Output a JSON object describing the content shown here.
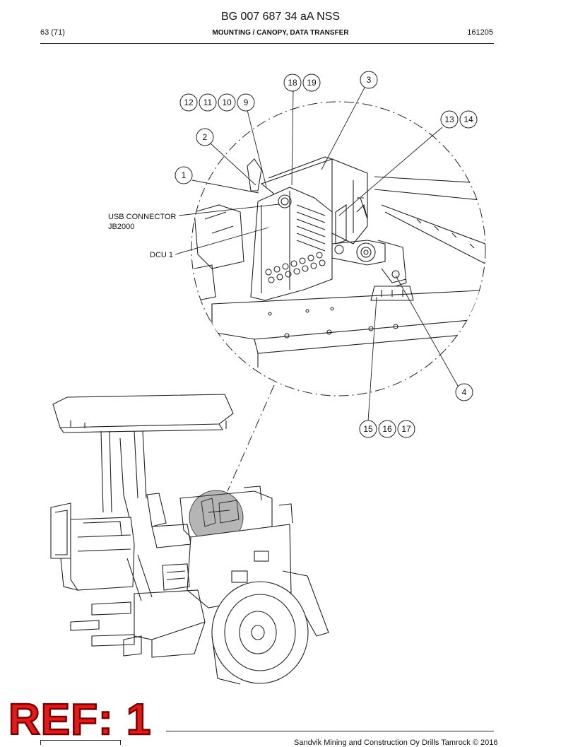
{
  "header": {
    "doc_code": "BG 007 687 34 aA NSS",
    "page": "63 (71)",
    "title": "MOUNTING / CANOPY, DATA TRANSFER",
    "date_code": "161205"
  },
  "labels": {
    "usb_line1": "USB CONNECTOR",
    "usb_line2": "JB2000",
    "dcu": "DCU 1"
  },
  "callouts": [
    "18",
    "19",
    "3",
    "12",
    "11",
    "10",
    "9",
    "13",
    "14",
    "2",
    "1",
    "4",
    "15",
    "16",
    "17"
  ],
  "footer": {
    "copyright": "Sandvik Mining and Construction Oy Drills Tamrock © 2016"
  },
  "stamp": {
    "text": "REF: 1"
  }
}
